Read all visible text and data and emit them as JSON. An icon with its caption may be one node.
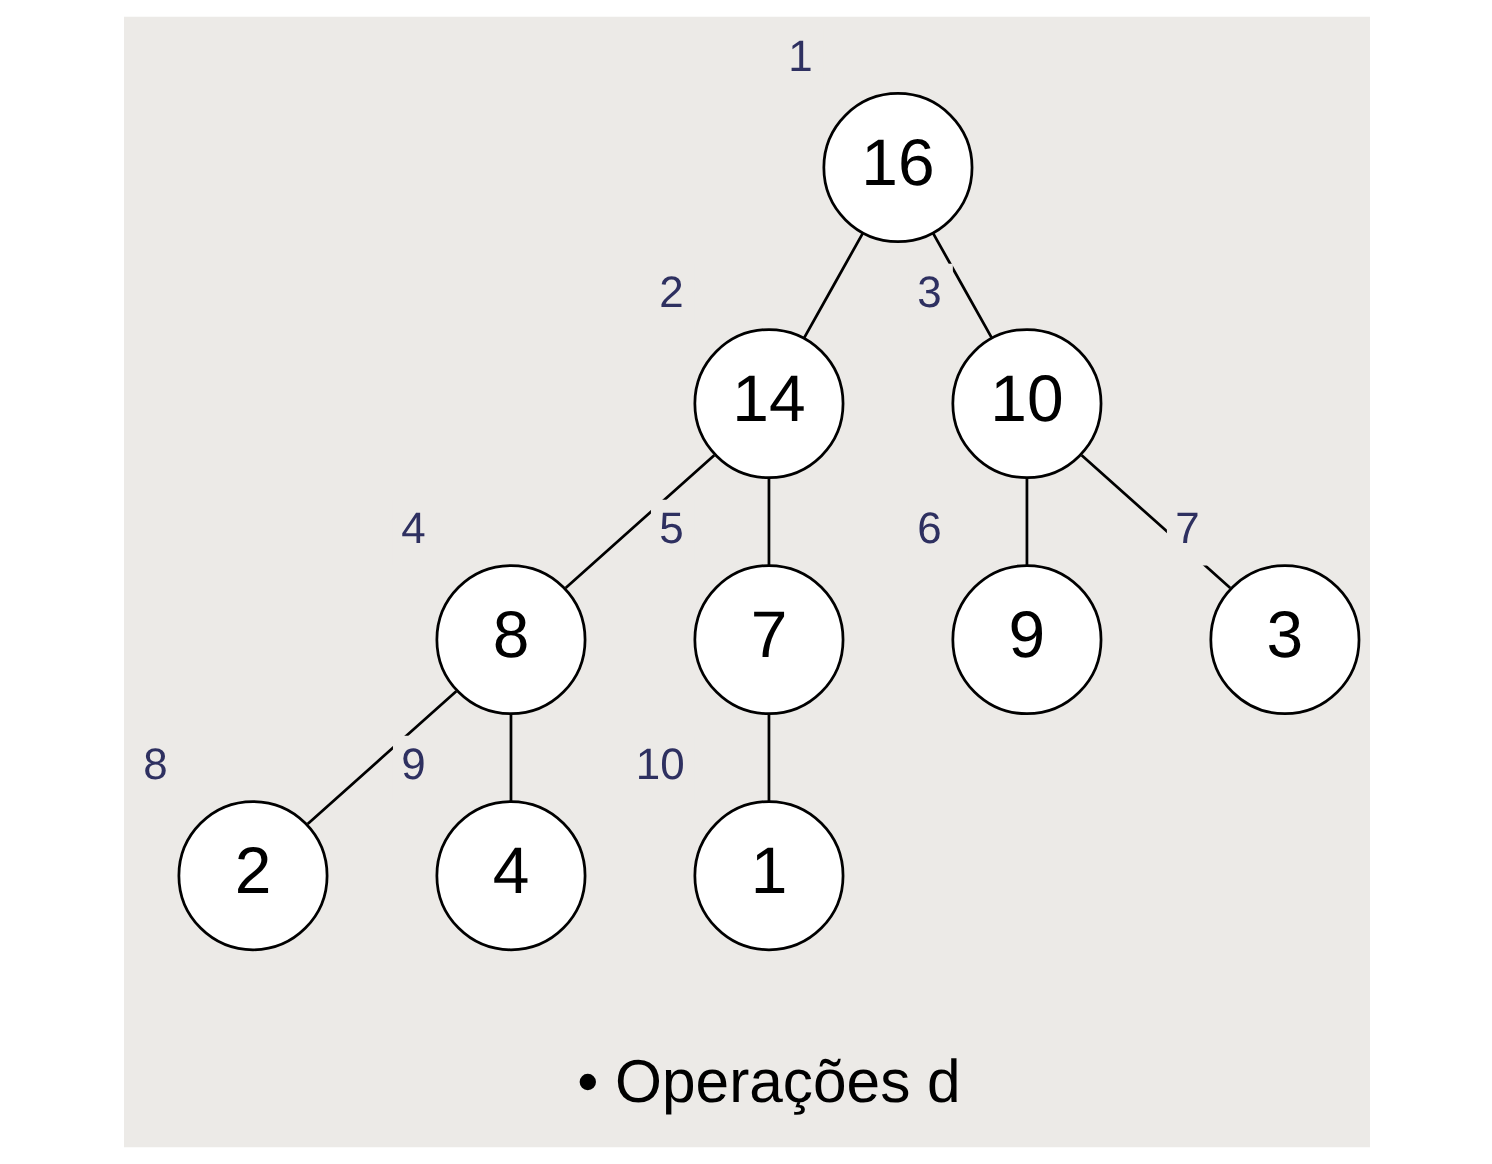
{
  "diagram": {
    "nodes": [
      {
        "text": [
          "16"
        ],
        "beside": [
          "1"
        ]
      },
      {
        "text": [
          "14"
        ],
        "beside": [
          "2"
        ]
      },
      {
        "text": [
          "10"
        ],
        "beside": [
          "3"
        ]
      },
      {
        "text": [
          "8"
        ],
        "beside": [
          "4"
        ]
      },
      {
        "text": [
          "7"
        ],
        "beside": [
          "5"
        ]
      },
      {
        "text": [
          "9"
        ],
        "beside": [
          "6"
        ]
      },
      {
        "text": [
          "3"
        ],
        "beside": [
          "7"
        ]
      },
      {
        "text": [
          "2"
        ],
        "beside": [
          "8"
        ]
      },
      {
        "text": [
          "4"
        ],
        "beside": [
          "9"
        ]
      },
      {
        "text": [
          "1"
        ],
        "beside": [
          "10"
        ]
      }
    ],
    "edges": [
      {
        "from": 0,
        "to": 1,
        "arrow": "none"
      },
      {
        "from": 0,
        "to": 2,
        "arrow": "none"
      },
      {
        "from": 1,
        "to": 3,
        "arrow": "none"
      },
      {
        "from": 1,
        "to": 4,
        "arrow": "none"
      },
      {
        "from": 2,
        "to": 5,
        "arrow": "none"
      },
      {
        "from": 2,
        "to": 6,
        "arrow": "none"
      },
      {
        "from": 3,
        "to": 7,
        "arrow": "none"
      },
      {
        "from": 3,
        "to": 8,
        "arrow": "none"
      },
      {
        "from": 4,
        "to": 9,
        "arrow": "none"
      }
    ],
    "labels": [
      "• Operações d"
    ]
  }
}
